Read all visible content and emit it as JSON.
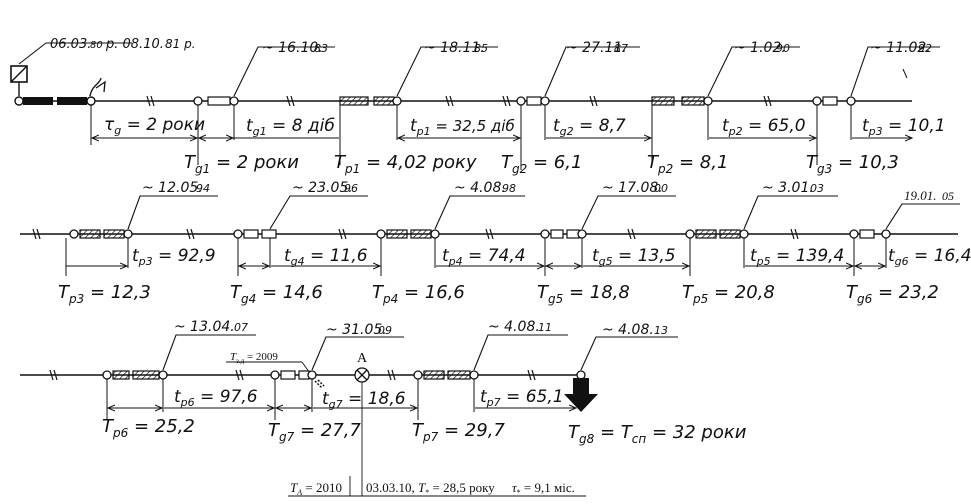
{
  "row1": {
    "start_dates": {
      "d1": "06.03.",
      "d1y": "80",
      "d2": "р. 08.10.",
      "d2y": "81 р."
    },
    "events": [
      {
        "id": "e1",
        "date": "~ 16.10.",
        "yr": "83"
      },
      {
        "id": "e2",
        "date": "~ 18.11.",
        "yr": "85"
      },
      {
        "id": "e3",
        "date": "~ 27.11.",
        "yr": "87"
      },
      {
        "id": "e4",
        "date": "~ 1.02.",
        "yr": "90"
      },
      {
        "id": "e5",
        "date": "~ 11.02.",
        "yr": "92"
      }
    ],
    "above": [
      "τ",
      "g",
      " = 2 роки",
      "t",
      "g1",
      " = 8 діб",
      "t",
      "p1",
      " = 32,5 діб",
      "t",
      "g2",
      " = 8,7",
      "t",
      "p2",
      " = 65,0",
      "t",
      "p3",
      " = 10,1"
    ],
    "below": [
      "T",
      "g1",
      " = 2 роки",
      "T",
      "p1",
      " = 4,02 року",
      "T",
      "g2",
      " = 6,1",
      "T",
      "p2",
      " = 8,1",
      "T",
      "g3",
      " = 10,3"
    ]
  },
  "row2": {
    "events": [
      {
        "id": "e6",
        "date": "~ 12.05.",
        "yr": "94"
      },
      {
        "id": "e7",
        "date": "~ 23.05.",
        "yr": "96"
      },
      {
        "id": "e8",
        "date": "~ 4.08.",
        "yr": "98"
      },
      {
        "id": "e9",
        "date": "~ 17.08.",
        "yr": "00"
      },
      {
        "id": "e10",
        "date": "~ 3.01.",
        "yr": "03"
      },
      {
        "id": "e11",
        "date": "19.01.",
        "yr": "05"
      }
    ],
    "above": [
      "t",
      "p3",
      " = 92,9",
      "t",
      "g4",
      " = 11,6",
      "t",
      "p4",
      " = 74,4",
      "t",
      "g5",
      " = 13,5",
      "t",
      "p5",
      " = 139,4",
      "t",
      "g6",
      " = 16,4"
    ],
    "below": [
      "T",
      "p3",
      " = 12,3",
      "T",
      "g4",
      " = 14,6",
      "T",
      "p4",
      " = 16,6",
      "T",
      "g5",
      " = 18,8",
      "T",
      "p5",
      " = 20,8",
      "T",
      "g6",
      " = 23,2"
    ]
  },
  "row3": {
    "events": [
      {
        "id": "e12",
        "date": "~ 13.04.",
        "yr": "07"
      },
      {
        "id": "e13",
        "date": "~ 31.05.",
        "yr": "09"
      },
      {
        "id": "e14",
        "date": "~ 4.08.",
        "yr": "11"
      },
      {
        "id": "e15",
        "date": "~ 4.08.",
        "yr": "13"
      }
    ],
    "tzd": {
      "main": "T",
      "sub": "з.д",
      "val": " = 2009"
    },
    "point_a": "A",
    "above": [
      "t",
      "p6",
      " = 97,6",
      "t",
      "g7",
      " = 18,6",
      "t",
      "p7",
      " = 65,1"
    ],
    "below": [
      "T",
      "p6",
      " = 25,2",
      "T",
      "g7",
      " = 27,7",
      "T",
      "p7",
      " = 29,7",
      "T",
      "g8",
      " = T",
      "сп",
      " = 32 роки"
    ]
  },
  "footer": {
    "ta_main": "T",
    "ta_sub": "A",
    "ta_val": " = 2010",
    "date": "03.03.10, ",
    "tstar_main": "T",
    "tstar_sub": "*",
    "tstar_val": " = 28,5 року",
    "taustar_main": "τ",
    "taustar_sub": "*",
    "taustar_val": " = 9,1 міс."
  },
  "colors": {
    "ink": "#111111",
    "background": "#ffffff"
  }
}
